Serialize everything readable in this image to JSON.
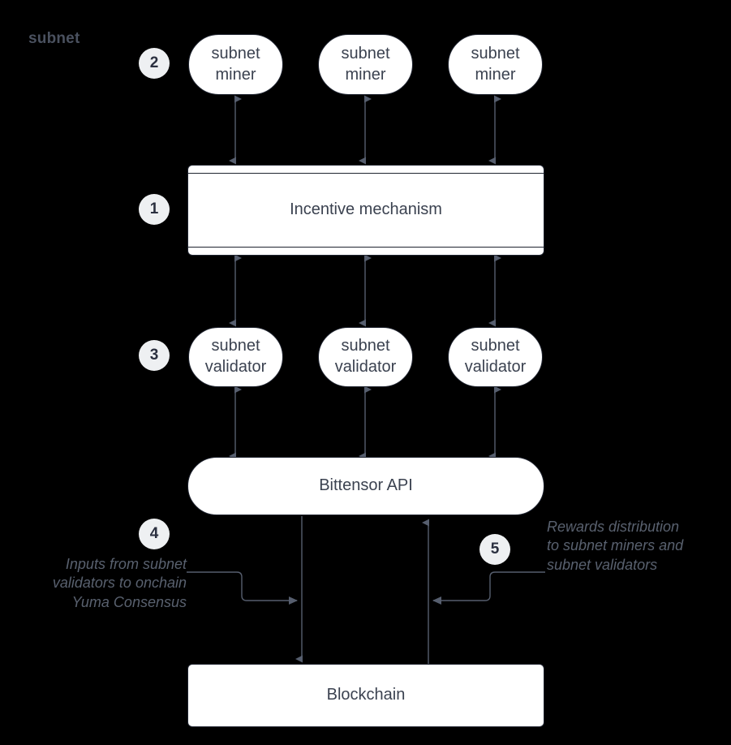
{
  "diagram": {
    "title_label": "subnet",
    "background_color": "#000000",
    "node_fill": "#ffffff",
    "node_stroke": "#1f2430",
    "text_color": "#3b4250",
    "badge_fill": "#eef0f2",
    "annotation_color": "#59616f",
    "edge_color": "#565e6e"
  },
  "badges": [
    {
      "id": "badge-1",
      "number": "1"
    },
    {
      "id": "badge-2",
      "number": "2"
    },
    {
      "id": "badge-3",
      "number": "3"
    },
    {
      "id": "badge-4",
      "number": "4"
    },
    {
      "id": "badge-5",
      "number": "5"
    }
  ],
  "miners": [
    {
      "label": "subnet\nminer"
    },
    {
      "label": "subnet\nminer"
    },
    {
      "label": "subnet\nminer"
    }
  ],
  "validators": [
    {
      "label": "subnet\nvalidator"
    },
    {
      "label": "subnet\nvalidator"
    },
    {
      "label": "subnet\nvalidator"
    }
  ],
  "boxes": {
    "incentive": "Incentive mechanism",
    "api": "Bittensor API",
    "blockchain": "Blockchain"
  },
  "annotations": {
    "inputs": "Inputs from subnet\nvalidators to onchain\nYuma Consensus",
    "rewards": "Rewards distribution\nto subnet miners and\nsubnet validators"
  }
}
